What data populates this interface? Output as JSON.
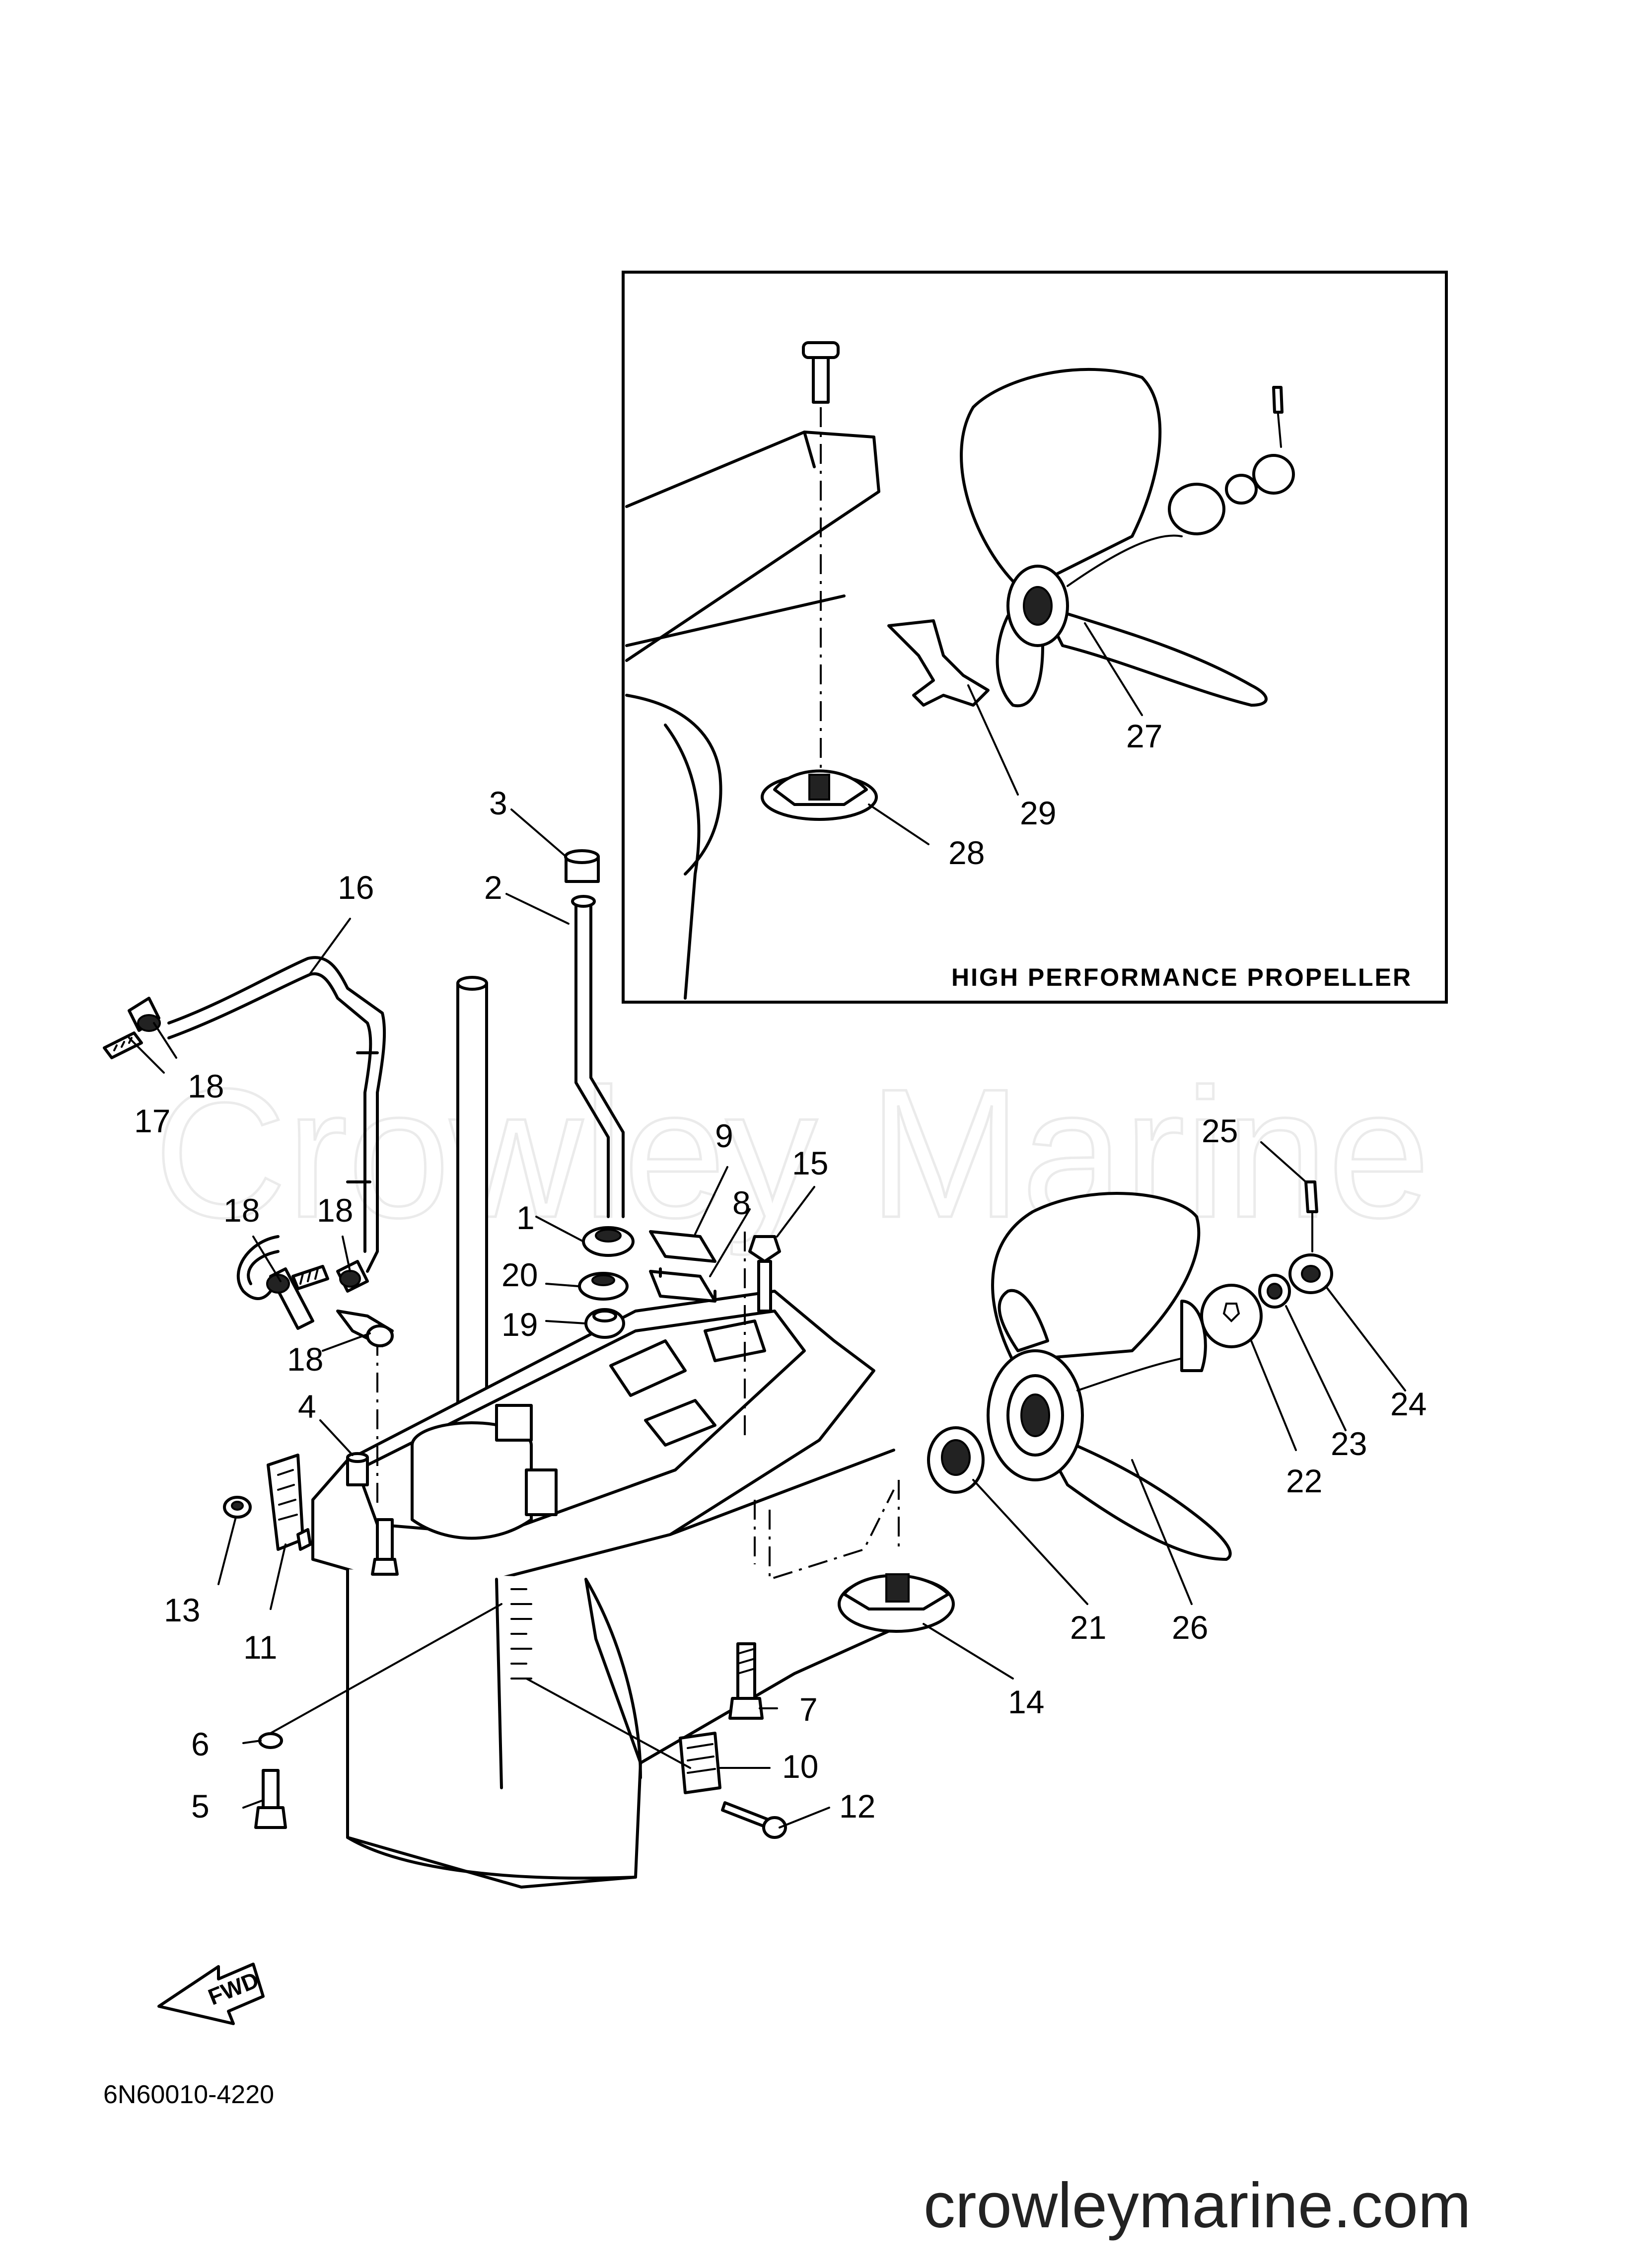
{
  "inset": {
    "title": "HIGH PERFORMANCE PROPELLER"
  },
  "callouts": {
    "c1": "1",
    "c2": "2",
    "c3": "3",
    "c4": "4",
    "c5": "5",
    "c6": "6",
    "c7": "7",
    "c8": "8",
    "c9": "9",
    "c10": "10",
    "c11": "11",
    "c12": "12",
    "c13": "13",
    "c14": "14",
    "c15": "15",
    "c16": "16",
    "c17": "17",
    "c18a": "18",
    "c18b": "18",
    "c18c": "18",
    "c18d": "18",
    "c19": "19",
    "c20": "20",
    "c21": "21",
    "c22": "22",
    "c23": "23",
    "c24": "24",
    "c25": "25",
    "c26": "26",
    "c27": "27",
    "c28": "28",
    "c29": "29"
  },
  "fwd_label": "FWD",
  "diagram_code": "6N60010-4220",
  "watermark": "Crowley Marine",
  "site_url": "crowleymarine.com"
}
